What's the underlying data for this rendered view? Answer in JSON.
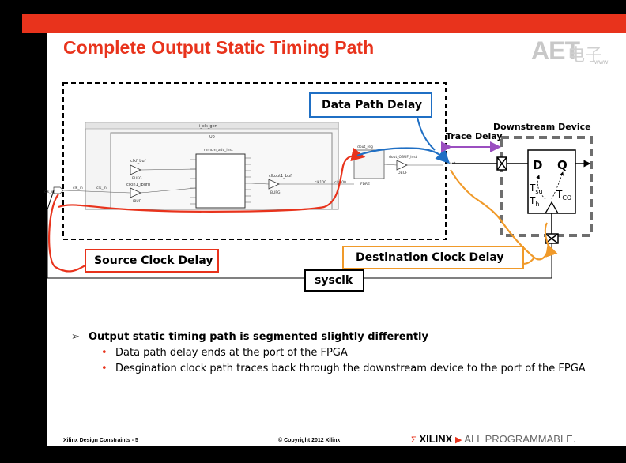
{
  "title": "Complete Output Static Timing Path",
  "logo": {
    "text": "AET",
    "sub": "电子",
    "www": "www"
  },
  "labels": {
    "data_path_delay": "Data Path Delay",
    "trace_delay": "Trace Delay",
    "downstream_device": "Downstream Device",
    "source_clock_delay": "Source Clock Delay",
    "destination_clock_delay": "Destination Clock Delay",
    "sysclk": "sysclk",
    "d": "D",
    "q": "Q",
    "tsu": "T",
    "tsu_sub": "su",
    "th": "T",
    "th_sub": "h",
    "tco": "T",
    "tco_sub": "CO"
  },
  "schematic": {
    "i_clk_gen": "i_clk_gen",
    "u0": "U0",
    "mmcm": "mmcm_adv_inst",
    "clkf_buf": "clkf_buf",
    "bufg1": "BUFG",
    "clkin1_ibufg": "clkin1_ibufg",
    "ibuf": "IBUF",
    "clkout1_buf": "clkout1_buf",
    "bufg2": "BUFG",
    "dout_reg": "dout_reg",
    "fdre": "FDRE",
    "dout_obuf": "dout_OBUF_inst",
    "obuf": "OBUF",
    "clk_in_port": "clk_in",
    "clk_in_net": "clk_in",
    "clk_in_net2": "clk_in",
    "clk100": "clk100",
    "clk100b": "clk100",
    "dout": "dout"
  },
  "bullets": {
    "main": "Output static timing path is segmented slightly differently",
    "sub1": "Data path delay ends at the port of the FPGA",
    "sub2": "Desgination clock path traces back through the downstream device to the port of the FPGA"
  },
  "footer": {
    "left": "Xilinx Design Constraints - 5",
    "center": "© Copyright 2012 Xilinx",
    "xilinx": "XILINX",
    "all_programmable": "ALL PROGRAMMABLE."
  },
  "colors": {
    "accent": "#e8331c",
    "blue": "#1f6fc4",
    "orange": "#f09a2a",
    "purple": "#9b4fc0",
    "gray": "#6e6e6e"
  }
}
